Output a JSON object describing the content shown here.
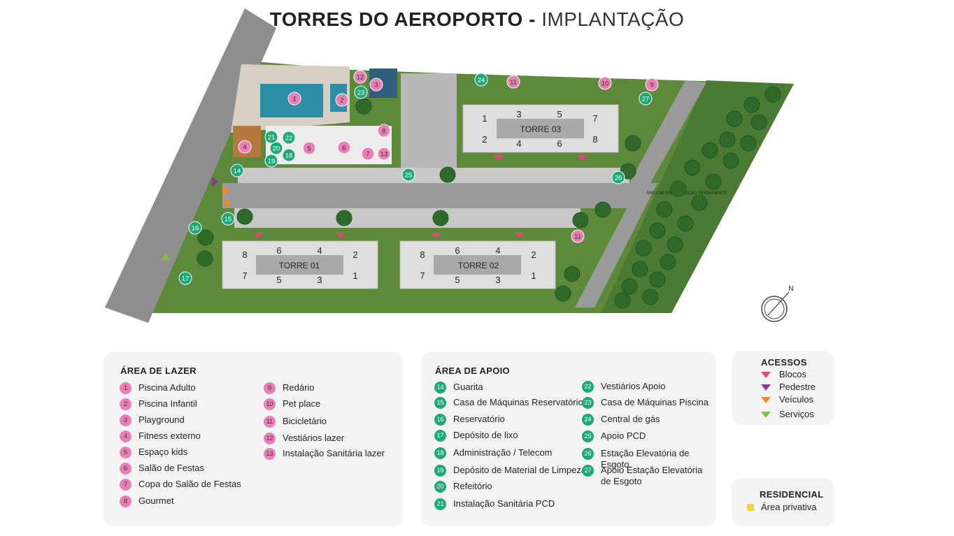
{
  "title": {
    "main": "TORRES DO AEROPORTO -",
    "sub": "IMPLANTAÇÃO"
  },
  "colors": {
    "pink": "#ea7fb5",
    "green": "#1ea87a",
    "blocos": "#e0467f",
    "pedestre": "#8a3a96",
    "veiculos": "#f08a24",
    "servicos": "#7bbf3a",
    "privativa": "#f4d23c"
  },
  "map": {
    "tower1": "TORRE 01",
    "tower2": "TORRE 02",
    "tower3": "TORRE 03",
    "preservation": "ÁREA DE PRESERVAÇÃO PERMANENTE",
    "compass": "N",
    "t1_units": [
      "8",
      "6",
      "4",
      "2",
      "7",
      "5",
      "3",
      "1"
    ],
    "t2_units": [
      "8",
      "6",
      "4",
      "2",
      "7",
      "5",
      "3",
      "1"
    ],
    "t3_units": [
      "1",
      "3",
      "5",
      "7",
      "2",
      "4",
      "6",
      "8"
    ],
    "markers": [
      "1",
      "2",
      "3",
      "4",
      "5",
      "6",
      "7",
      "8",
      "9",
      "10",
      "11",
      "11",
      "12",
      "13",
      "14",
      "15",
      "16",
      "17",
      "18",
      "19",
      "20",
      "21",
      "22",
      "23",
      "24",
      "25",
      "26",
      "27"
    ]
  },
  "lazer": {
    "heading": "ÁREA DE LAZER",
    "items": [
      {
        "num": "1",
        "label": "Piscina Adulto"
      },
      {
        "num": "2",
        "label": "Piscina Infantil"
      },
      {
        "num": "3",
        "label": "Playground"
      },
      {
        "num": "4",
        "label": "Fitness externo"
      },
      {
        "num": "5",
        "label": "Espaço kids"
      },
      {
        "num": "6",
        "label": "Salão de Festas"
      },
      {
        "num": "7",
        "label": "Copa do Salão de Festas"
      },
      {
        "num": "8",
        "label": "Gourmet"
      },
      {
        "num": "9",
        "label": "Redário"
      },
      {
        "num": "10",
        "label": "Pet place"
      },
      {
        "num": "11",
        "label": "Bicicletário"
      },
      {
        "num": "12",
        "label": "Vestiários lazer"
      },
      {
        "num": "13",
        "label": "Instalação Sanitária lazer"
      }
    ]
  },
  "apoio": {
    "heading": "ÁREA DE APOIO",
    "items": [
      {
        "num": "14",
        "label": "Guarita"
      },
      {
        "num": "15",
        "label": "Casa de Máquinas Reservatório"
      },
      {
        "num": "16",
        "label": "Reservatório"
      },
      {
        "num": "17",
        "label": "Depósito de lixo"
      },
      {
        "num": "18",
        "label": "Administração / Telecom"
      },
      {
        "num": "19",
        "label": "Depósito de Material de Limpeza"
      },
      {
        "num": "20",
        "label": "Refeitório"
      },
      {
        "num": "21",
        "label": "Instalação Sanitária PCD"
      },
      {
        "num": "22",
        "label": "Vestiários Apoio"
      },
      {
        "num": "23",
        "label": "Casa de Máquinas Piscina"
      },
      {
        "num": "24",
        "label": "Central de gás"
      },
      {
        "num": "25",
        "label": "Apoio PCD"
      },
      {
        "num": "26",
        "label": "Estação Elevatória de Esgoto"
      },
      {
        "num": "27",
        "label": "Apoio Estação Elevatória de Esgoto"
      }
    ]
  },
  "acessos": {
    "heading": "ACESSOS",
    "items": [
      "Blocos",
      "Pedestre",
      "Veículos",
      "Serviços"
    ]
  },
  "residencial": {
    "heading": "RESIDENCIAL",
    "item": "Área privativa"
  }
}
